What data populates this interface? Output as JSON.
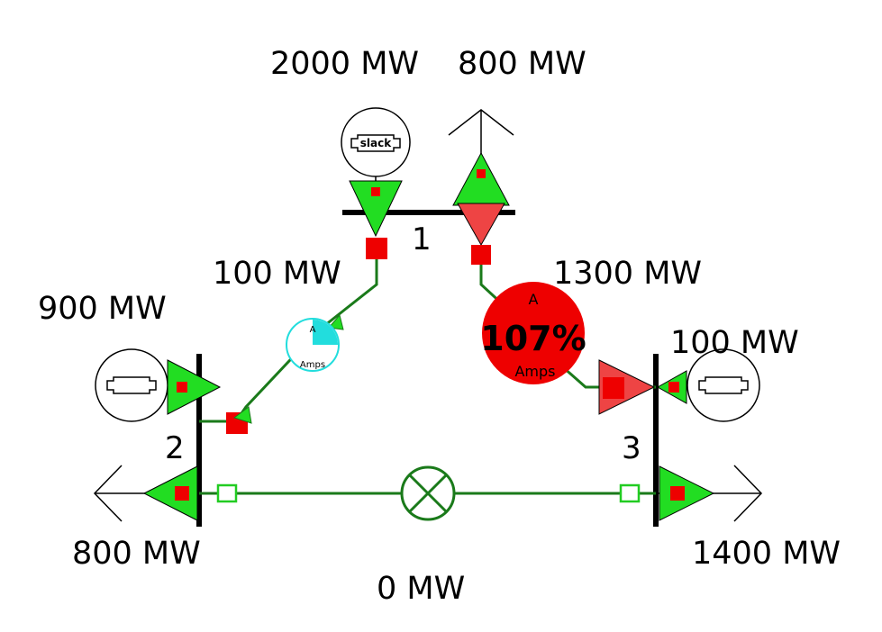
{
  "diagram": {
    "labels": {
      "gen1_mw": "2000 MW",
      "load1_mw": "800 MW",
      "line12_mw": "100 MW",
      "line13_mw": "1300 MW",
      "gen2_mw": "900 MW",
      "gen3_mw": "100 MW",
      "load2_mw": "800 MW",
      "load3_mw": "1400 MW",
      "line23_mw": "0 MW"
    },
    "buses": {
      "bus1": "1",
      "bus2": "2",
      "bus3": "3"
    },
    "slack_text": "slack",
    "gauge_line12": {
      "letter": "A",
      "unit": "Amps",
      "fill_fraction": 0.25
    },
    "gauge_line13": {
      "letter": "A",
      "percent": "107%",
      "unit": "Amps"
    },
    "colors": {
      "line": "#1a7a1a",
      "arrow_ok": "#22dd22",
      "arrow_overload": "#ee4444",
      "breaker_closed": "#ee0000",
      "breaker_open": "#22cc22",
      "overload_gauge": "#ee0000",
      "normal_gauge": "#22dddd",
      "bus": "#000000"
    }
  }
}
